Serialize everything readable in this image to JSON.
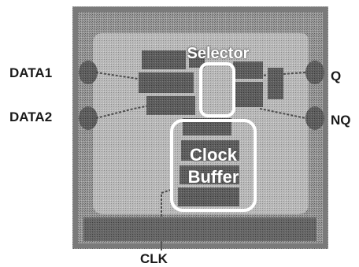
{
  "pins": {
    "data1": "DATA1",
    "data2": "DATA2",
    "q": "Q",
    "nq": "NQ",
    "clk": "CLK"
  },
  "blocks": {
    "selector": "Selector",
    "clock_buffer_line1": "Clock",
    "clock_buffer_line2": "Buffer"
  },
  "colors": {
    "die_dark": "#5a5a5a",
    "die_mid": "#8c8c8c",
    "die_light": "#b8b8b8",
    "outline": "#ffffff"
  }
}
